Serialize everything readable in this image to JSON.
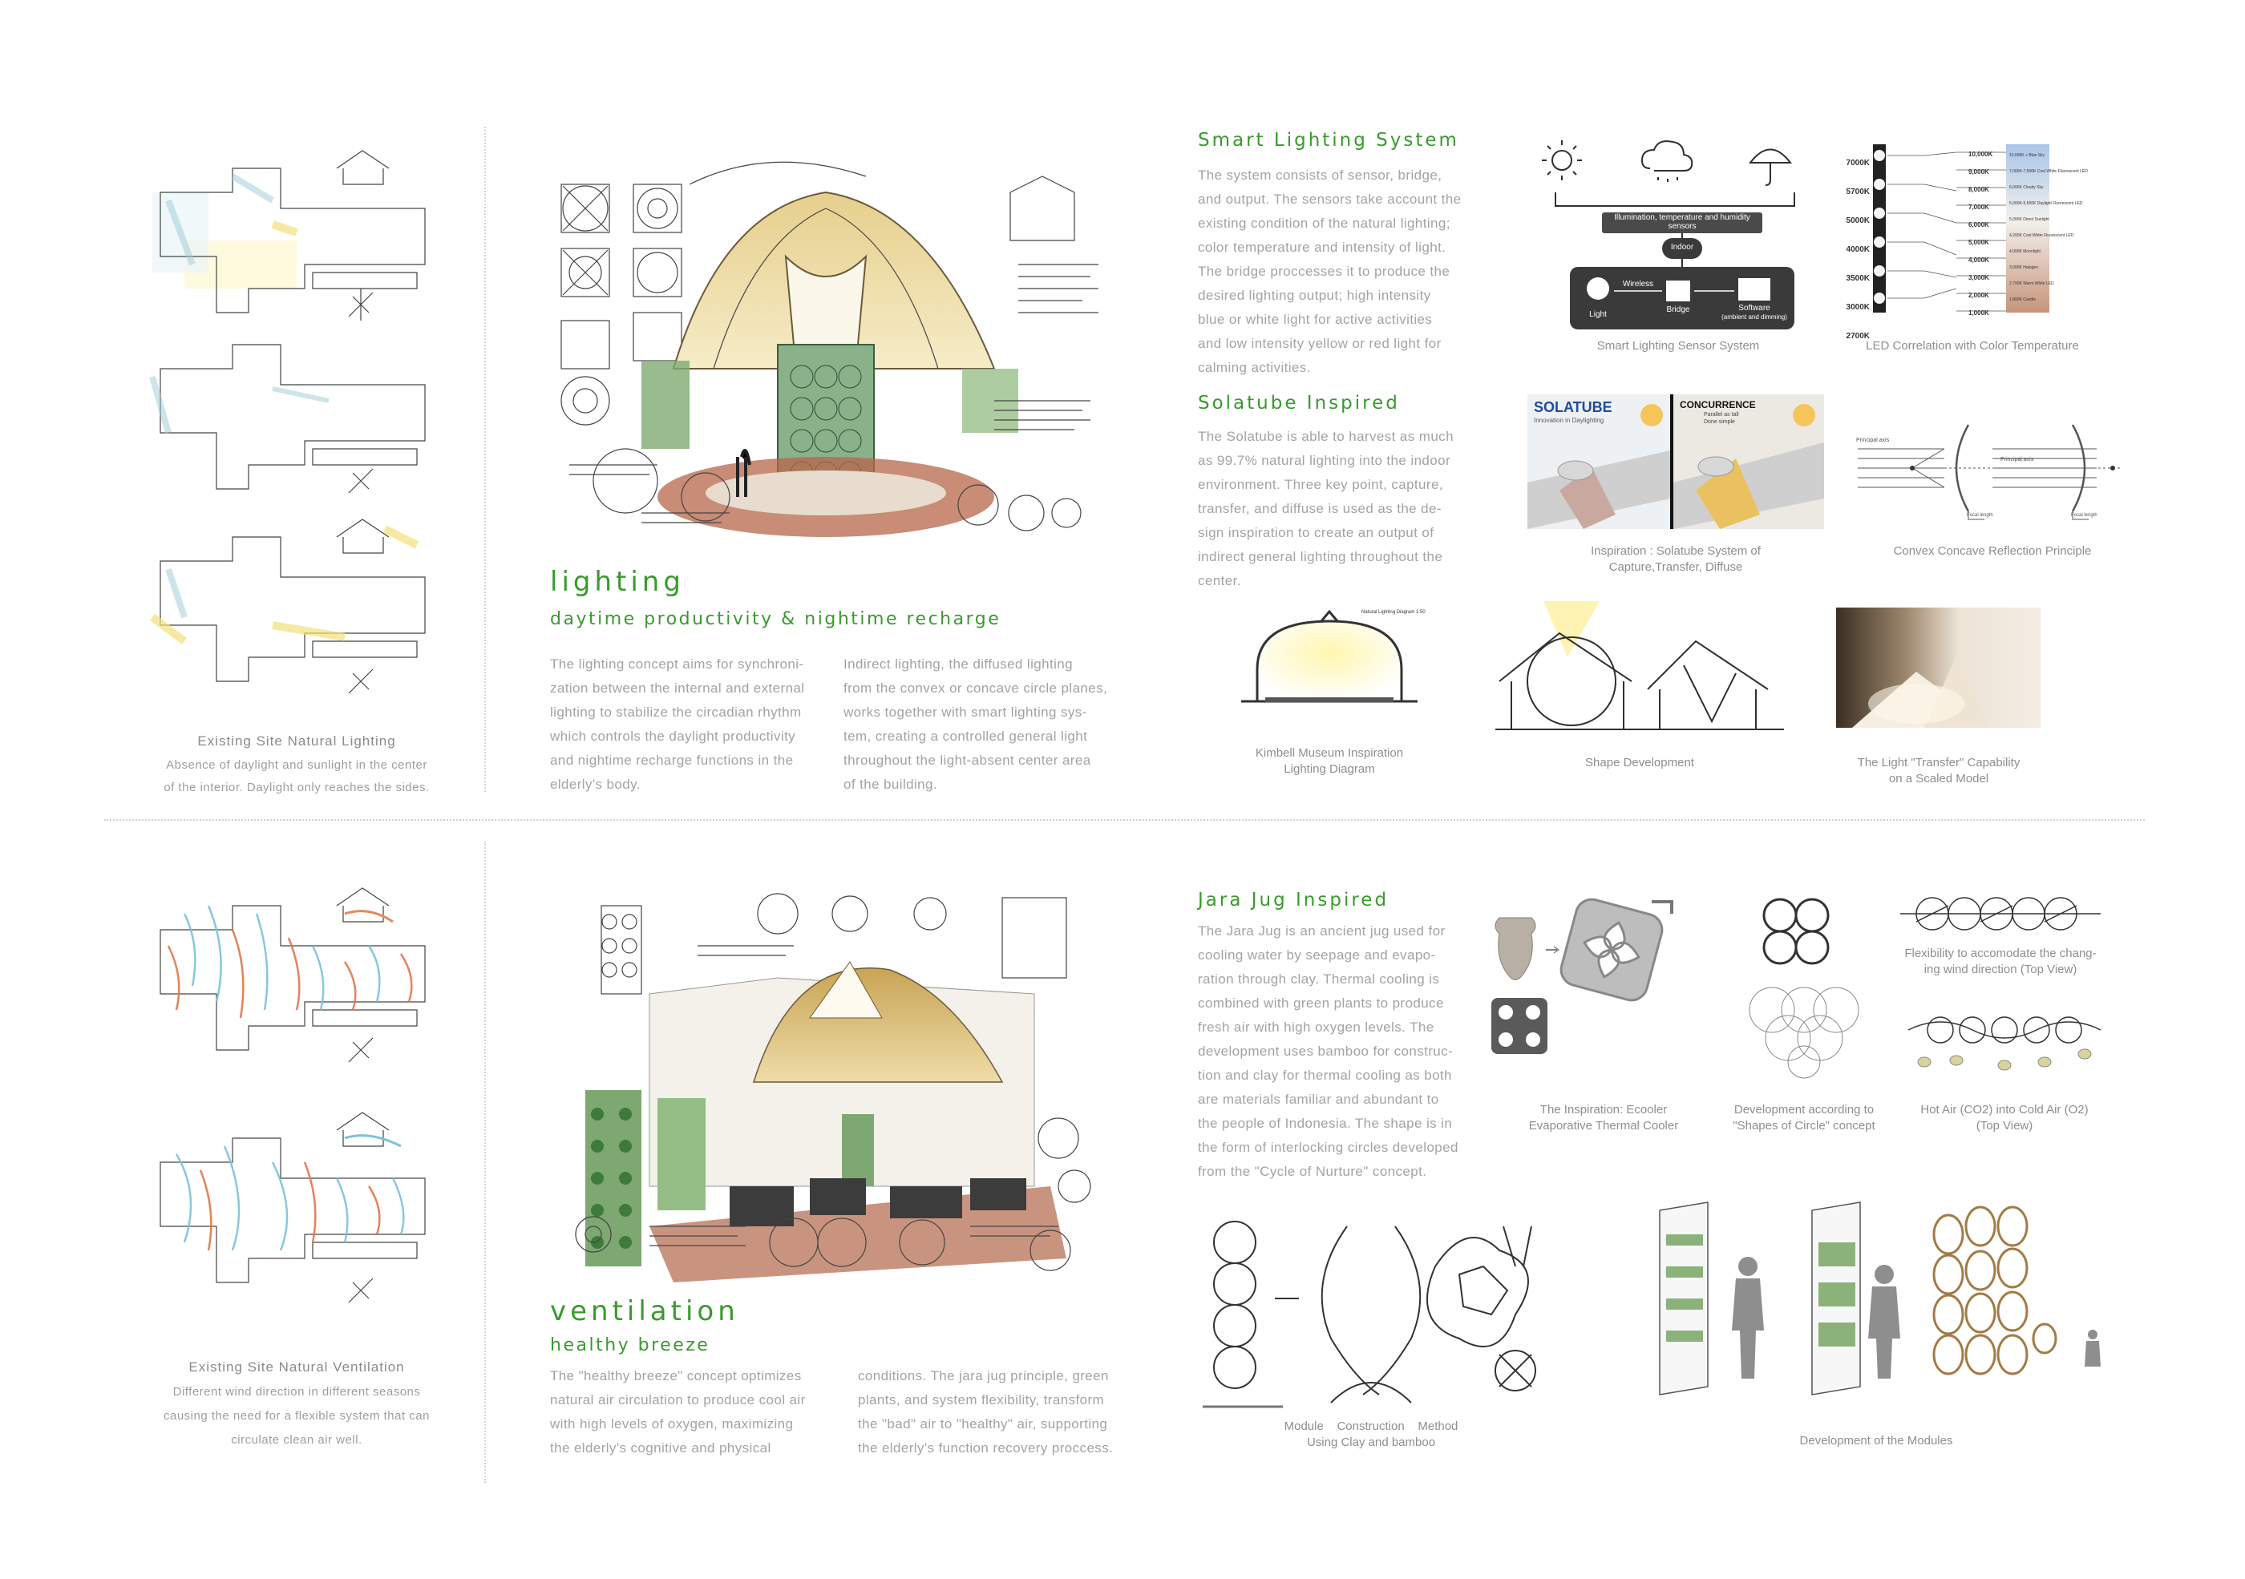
{
  "lighting": {
    "site_caption_title": "Existing Site Natural Lighting",
    "site_caption_lines": [
      "Absence of daylight and sunlight in the center",
      "of the interior. Daylight only reaches the sides."
    ],
    "heading": "lighting",
    "subheading": "daytime productivity & nightime recharge",
    "para1": [
      "The lighting concept aims for synchroni-",
      "zation between the internal and external",
      "lighting to stabilize the circadian rhythm",
      "which controls the daylight productivity",
      "and nightime recharge functions in the",
      "elderly's body."
    ],
    "para2": [
      "Indirect lighting, the diffused lighting",
      "from the convex or concave circle planes,",
      "works together with smart lighting sys-",
      "tem, creating a controlled general light",
      "throughout the light-absent center area",
      "of the building."
    ]
  },
  "smart_lighting": {
    "heading": "Smart Lighting System",
    "para": [
      "The system consists of sensor, bridge,",
      "and output. The sensors take account the",
      "existing condition of the natural lighting;",
      "color temperature and intensity of light.",
      "The bridge proccesses it to produce the",
      "desired lighting output; high intensity",
      "blue or white light for active activities",
      "and low intensity yellow or red light for",
      "calming activities."
    ],
    "diagram": {
      "sensor_label": "Illumination, temperature and humidity sensors",
      "indoor_label": "Indoor",
      "light_label": "Light",
      "wireless_label": "Wireless",
      "bridge_label": "Bridge",
      "software_label": "Software",
      "software_sub": "(ambient and dimming)"
    },
    "caption_sensor": "Smart Lighting Sensor System",
    "caption_led": "LED Correlation with Color Temperature",
    "kelvin_left": [
      "7000K",
      "5700K",
      "5000K",
      "4000K",
      "3500K",
      "3000K",
      "2700K"
    ],
    "kelvin_right": [
      "10,000K",
      "9,000K",
      "8,000K",
      "7,000K",
      "6,000K",
      "5,000K",
      "4,000K",
      "3,000K",
      "2,000K",
      "1,000K"
    ],
    "kelvin_notes": [
      "10,000K + Blue Sky",
      "7,000K-7,500K Cool White Fluorescent LED",
      "6,000K Cloudy Sky",
      "5,000K-5,500K Daylight Fluorescent LED",
      "5,000K Direct Sunlight",
      "4,200K Cool White Fluorescent LED",
      "4,000K Moonlight",
      "3,000K Halogen",
      "2,700K Warm White LED",
      "1,800K Candle"
    ]
  },
  "solatube": {
    "heading": "Solatube Inspired",
    "para": [
      "The Solatube is able to harvest as much",
      "as 99.7% natural lighting into the indoor",
      "environment. Three key point, capture,",
      "transfer, and diffuse is used as the de-",
      "sign inspiration to create an output of",
      "indirect general lighting throughout the",
      "center."
    ],
    "brand": "SOLATUBE",
    "brand_tag": "Innovation in Daylighting",
    "concurrence": "CONCURRENCE",
    "concurrence_sub": [
      "Parallel as tall",
      "Done simple"
    ],
    "caption_inspiration": [
      "Inspiration : Solatube System of",
      "Capture,Transfer, Diffuse"
    ],
    "caption_convex": "Convex Concave Reflection Principle",
    "convex_labels": [
      "Principal axis",
      "Principal axis",
      "Focal length",
      "Focal length"
    ],
    "caption_kimbell": [
      "Kimbell Museum Inspiration",
      "Lighting Diagram"
    ],
    "kimbell_label": "Natural Lighting Diagram 1:50",
    "caption_shape": "Shape Development",
    "caption_model": [
      "The Light \"Transfer\" Capability",
      "on a Scaled Model"
    ]
  },
  "ventilation": {
    "site_caption_title": "Existing Site Natural Ventilation",
    "site_caption_lines": [
      "Different wind direction in different seasons",
      "causing the need for a flexible system that can",
      "circulate clean air well."
    ],
    "heading": "ventilation",
    "subheading": "healthy breeze",
    "para1": [
      "The \"healthy breeze\" concept optimizes",
      "natural air circulation to produce cool air",
      "with high levels of oxygen, maximizing",
      "the elderly's cognitive and physical"
    ],
    "para2": [
      "conditions. The jara jug principle, green",
      "plants, and system flexibility,  transform",
      "the \"bad\" air to \"healthy\" air, supporting",
      "the elderly's function recovery proccess."
    ]
  },
  "jara": {
    "heading": "Jara Jug Inspired",
    "para": [
      "The Jara Jug is an ancient jug used for",
      "cooling water by seepage and evapo-",
      "ration through clay. Thermal cooling is",
      "combined with green plants to produce",
      "fresh air with high oxygen levels. The",
      "development uses bamboo for construc-",
      "tion and clay for thermal cooling as both",
      "are materials familiar and abundant to",
      "the people of Indonesia. The shape is in",
      "the form of interlocking circles developed",
      "from the \"Cycle of Nurture\" concept."
    ],
    "caption_ecooler": [
      "The Inspiration: Ecooler",
      "Evaporative Thermal Cooler"
    ],
    "caption_circle": [
      "Development according to",
      "\"Shapes of Circle\" concept"
    ],
    "caption_flex": [
      "Flexibility to accomodate the chang-",
      "ing wind direction (Top View)"
    ],
    "caption_hot": [
      "Hot Air (CO2) into Cold Air (O2)",
      "(Top View)"
    ],
    "caption_module": [
      "Module    Construction    Method",
      "Using Clay and bamboo"
    ],
    "caption_dev": "Development of the Modules"
  },
  "colors": {
    "accent_green": "#3a9a2e",
    "text_gray": "#a3a3a3",
    "divider": "#d0d0d0"
  }
}
